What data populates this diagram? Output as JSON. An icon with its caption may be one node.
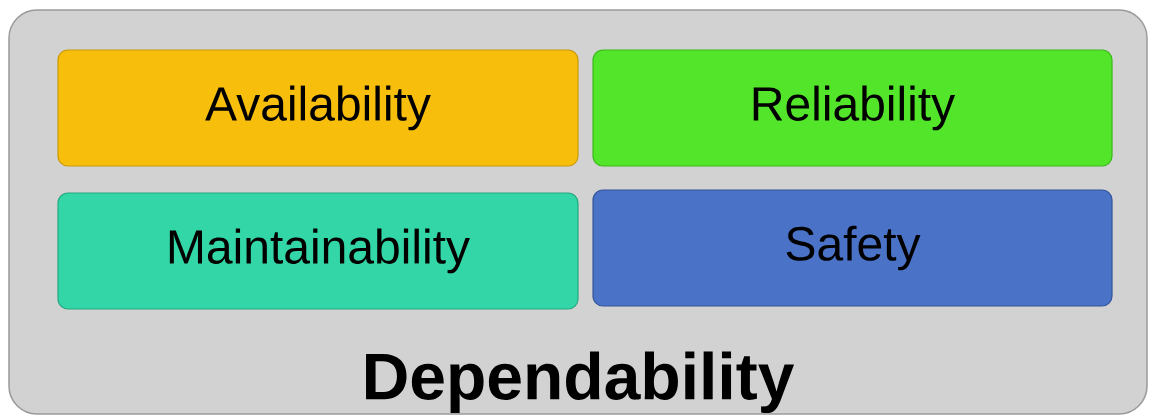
{
  "diagram": {
    "nodes": [
      {
        "text": [
          "Dependability"
        ]
      },
      {
        "text": [
          "Availability"
        ],
        "in": 0
      },
      {
        "text": [
          "Reliability"
        ],
        "in": 0
      },
      {
        "text": [
          "Maintainability"
        ],
        "in": 0
      },
      {
        "text": [
          "Safety"
        ],
        "in": 0
      }
    ]
  }
}
